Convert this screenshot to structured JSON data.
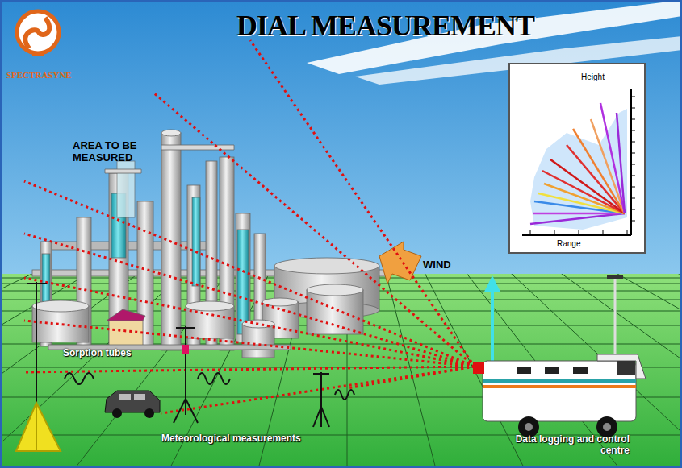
{
  "diagram": {
    "title": "DIAL MEASUREMENT",
    "nodes": [
      {
        "text": [
          "Height",
          "Range"
        ]
      }
    ],
    "labels": [
      "SPECTRASYNE",
      "AREA TO BE MEASURED",
      "WIND",
      "Sorption tubes",
      "Meteorological measurements",
      "Data logging and control centre"
    ]
  }
}
